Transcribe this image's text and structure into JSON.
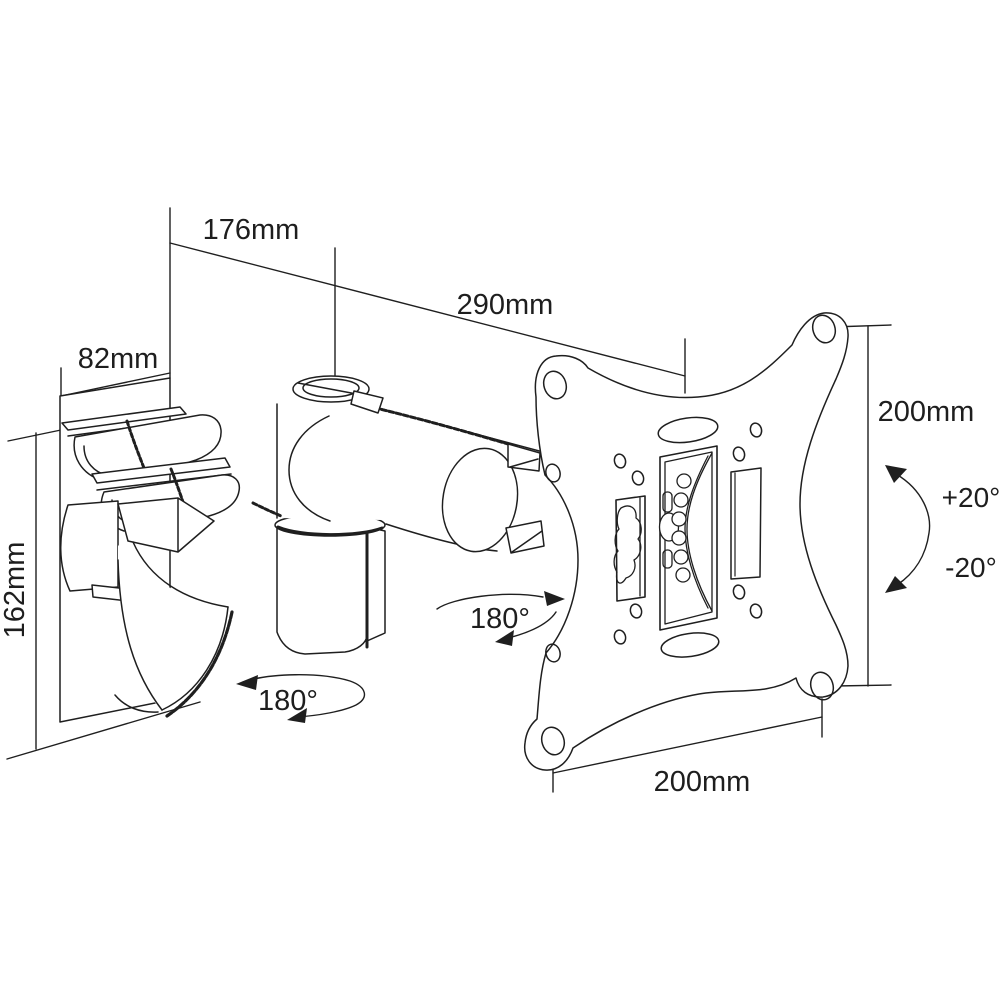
{
  "page": {
    "background": "#ffffff"
  },
  "diagram": {
    "type": "technical-drawing",
    "subject": "Articulating TV wall mount bracket with dimension annotations",
    "ink": "#1f1f1f",
    "labels": {
      "dim_wall_to_joint": "176mm",
      "dim_wall_to_plate": "290mm",
      "dim_bracket_depth": "82mm",
      "dim_bracket_height": "162mm",
      "dim_plate_height": "200mm",
      "dim_plate_width": "200mm",
      "tilt_up": "+20°",
      "tilt_down": "-20°",
      "swivel_plate": "180°",
      "swivel_arm": "180°"
    }
  }
}
